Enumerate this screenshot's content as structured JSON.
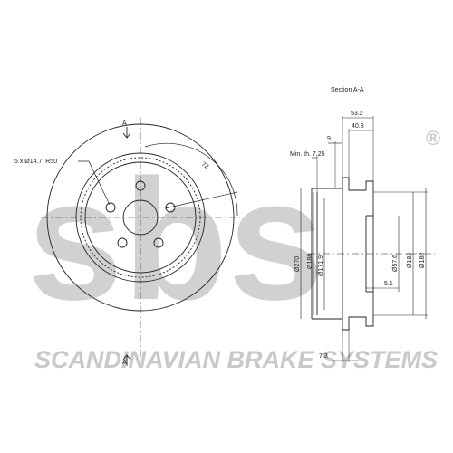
{
  "watermark": {
    "logo_text": "sbs",
    "registered_mark": "®",
    "tagline": "SCANDINAVIAN BRAKE SYSTEMS",
    "color": "#c9c9c9"
  },
  "front_view": {
    "section_marker_top": "A",
    "section_marker_bottom": "A",
    "bolt_callout": "5 x Ø14.7, R50",
    "pcd_dim": "72"
  },
  "section_view": {
    "title": "Section A-A",
    "overall_width": "53.2",
    "hat_depth": "40.8",
    "friction_ring_thickness": "9",
    "min_thickness": "Min. th. 7.25",
    "outer_diameter": "Ø270",
    "inner_ring_diameter": "Ø188",
    "hat_diameter": "Ø171.9",
    "center_bore": "Ø57.6",
    "hub_face_diameter": "Ø183",
    "right_diameter": "Ø188",
    "hub_thickness": "5.1",
    "bottom_dim": "7.3"
  },
  "colors": {
    "line": "#222222"
  }
}
